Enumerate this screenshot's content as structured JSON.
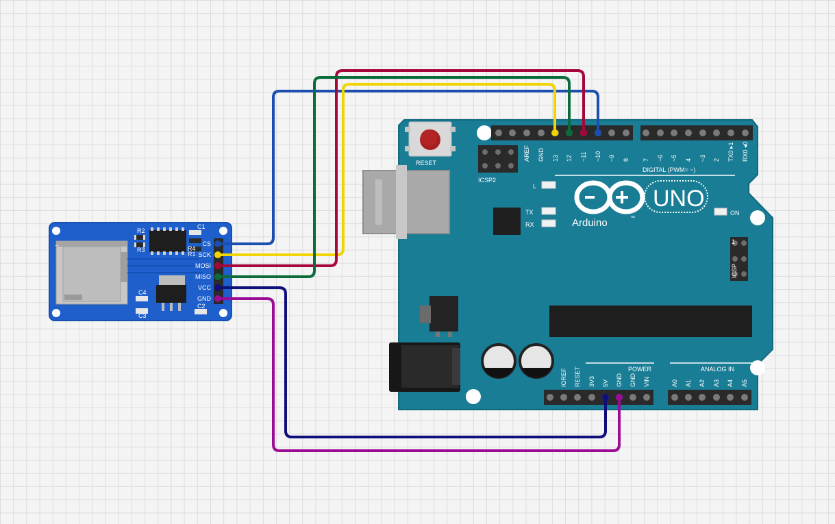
{
  "sd_module": {
    "pins": [
      "CS",
      "SCK",
      "MOSI",
      "MISO",
      "VCC",
      "GND"
    ],
    "components": [
      "R2",
      "R1",
      "R3",
      "R4",
      "C1",
      "C4",
      "C3",
      "C2"
    ]
  },
  "arduino": {
    "reset_label": "RESET",
    "icsp2_label": "ICSP2",
    "icsp_label": "ICSP",
    "icsp_pin1": "1",
    "digital_pins": [
      "AREF",
      "GND",
      "13",
      "12",
      "~11",
      "~10",
      "~9",
      "8",
      "7",
      "~6",
      "~5",
      "4",
      "~3",
      "2",
      "TX0 ▸1",
      "RX0 ◂0"
    ],
    "digital_label": "DIGITAL (PWM= ~)",
    "led_l": "L",
    "led_tx": "TX",
    "led_rx": "RX",
    "led_on": "ON",
    "logo_text": "UNO",
    "brand": "Arduino",
    "tm": "™",
    "power_label": "POWER",
    "power_pins": [
      "IOREF",
      "RESET",
      "3V3",
      "5V",
      "GND",
      "GND",
      "VIN"
    ],
    "analog_label": "ANALOG IN",
    "analog_pins": [
      "A0",
      "A1",
      "A2",
      "A3",
      "A4",
      "A5"
    ]
  },
  "wires": [
    {
      "from": "CS",
      "to": "10",
      "color": "#1a4faf"
    },
    {
      "from": "SCK",
      "to": "13",
      "color": "#f2d400"
    },
    {
      "from": "MOSI",
      "to": "11",
      "color": "#a5073b"
    },
    {
      "from": "MISO",
      "to": "12",
      "color": "#0b6b3b"
    },
    {
      "from": "VCC",
      "to": "5V",
      "color": "#0e0f7a"
    },
    {
      "from": "GND",
      "to": "GND",
      "color": "#9b0c96"
    }
  ],
  "colors": {
    "board": "#1a7d96",
    "sd_board": "#1e5fcc",
    "header": "#2c2c2c"
  }
}
